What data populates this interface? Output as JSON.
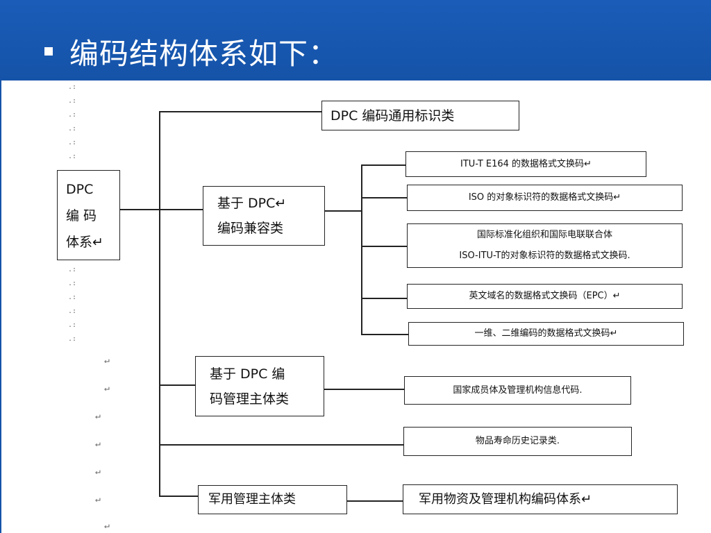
{
  "slide": {
    "title": "编码结构体系如下："
  },
  "diagram": {
    "root": "DPC\n编 码\n体系↵",
    "category_general": "DPC 编码通用标识类",
    "category_compatible": "基于 DPC↵\n编码兼容类",
    "compatible_items": [
      "ITU-T E164 的数据格式文换码↵",
      "ISO 的对象标识符的数据格式文换码↵",
      "国际标准化组织和国际电联联合体\nISO-ITU-T的对象标识符的数据格式文换码.",
      "英文域名的数据格式文换码（EPC）↵",
      "一维、二维编码的数据格式文换码↵"
    ],
    "category_management": "基于 DPC 编\n码管理主体类",
    "management_item": "国家成员体及管理机构信息代码.",
    "history_item": "物品寿命历史记录类.",
    "category_military": "军用管理主体类",
    "military_item": "军用物资及管理机构编码体系↵"
  },
  "marks": {
    "dot": ".:",
    "arrow": "↵"
  }
}
